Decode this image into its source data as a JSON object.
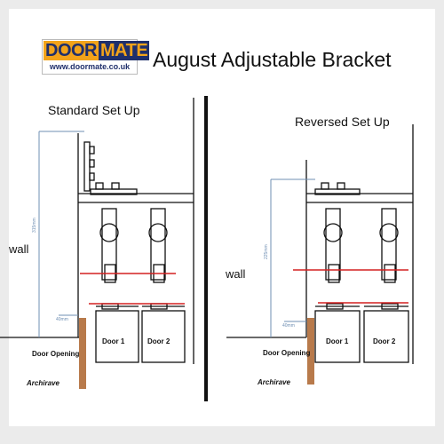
{
  "logo": {
    "word1": "DOOR",
    "word2": "MATE",
    "url": "www.doormate.co.uk"
  },
  "title": "August Adjustable Bracket",
  "panels": {
    "standard": {
      "heading": "Standard Set Up",
      "wall": "wall",
      "height_dim": "315mm",
      "gap_dim": "40mm",
      "door1": "Door 1",
      "door2": "Door 2",
      "opening": "Door Opening",
      "archrave": "Archirave"
    },
    "reversed": {
      "heading": "Reversed Set Up",
      "wall": "wall",
      "height_dim": "225mm",
      "gap_dim": "40mm",
      "door1": "Door 1",
      "door2": "Door 2",
      "opening": "Door Opening",
      "archrave": "Archirave"
    }
  },
  "colors": {
    "line": "#111111",
    "dimension": "#6f8fb3",
    "alignment": "#d42020",
    "architrave": "#b87a4b",
    "logo_navy": "#1f2f6b",
    "logo_orange": "#f2a31a"
  }
}
